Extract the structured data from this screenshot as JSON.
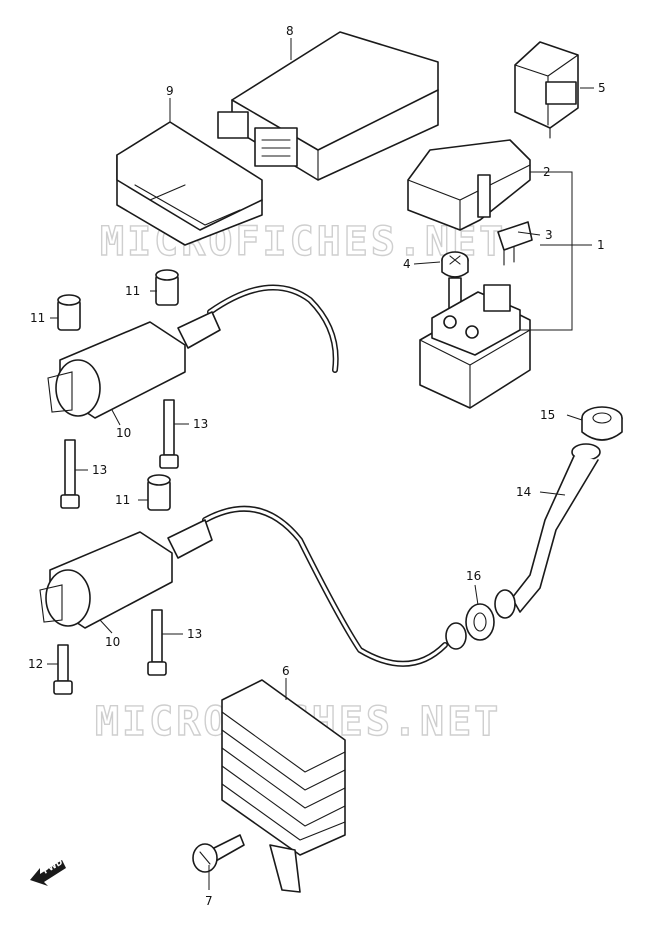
{
  "watermark": "MICROFICHES.NET",
  "fwd_label": "FWD",
  "callouts": {
    "c1": "1",
    "c2": "2",
    "c3": "3",
    "c4": "4",
    "c5": "5",
    "c6": "6",
    "c7": "7",
    "c8": "8",
    "c9": "9",
    "c10a": "10",
    "c10b": "10",
    "c11a": "11",
    "c11b": "11",
    "c11c": "11",
    "c12": "12",
    "c13a": "13",
    "c13b": "13",
    "c13c": "13",
    "c14": "14",
    "c15": "15",
    "c16": "16"
  }
}
